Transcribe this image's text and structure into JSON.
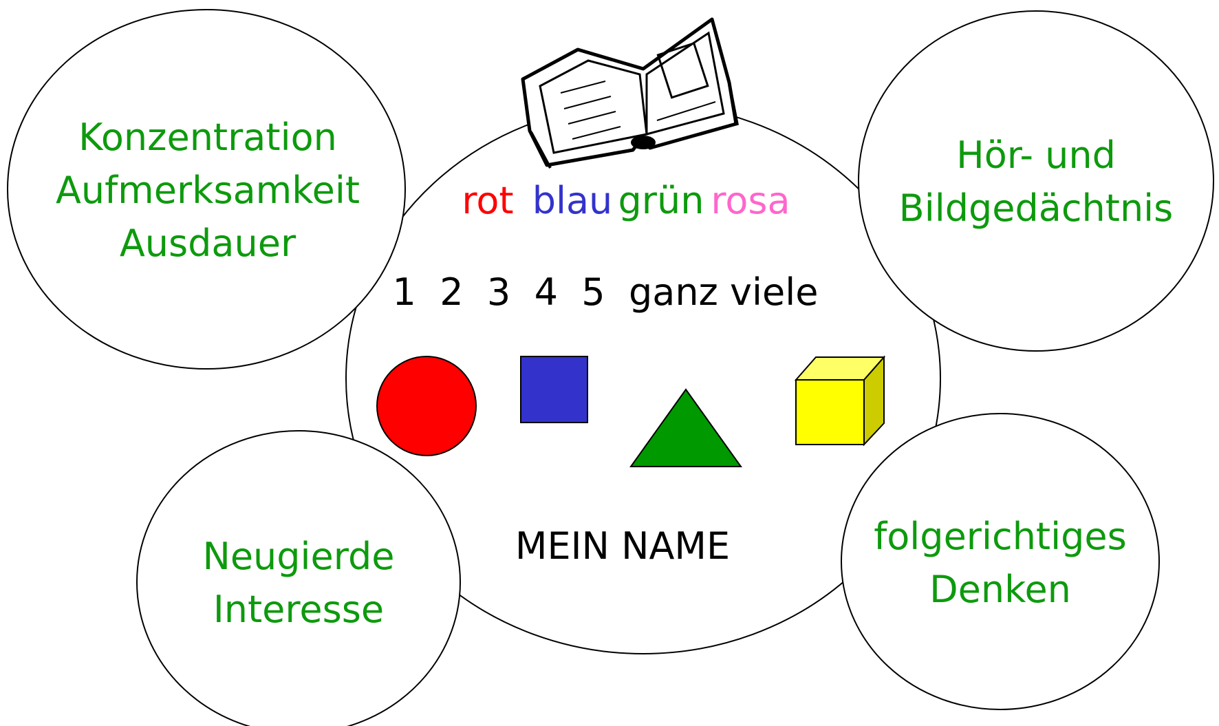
{
  "colors": {
    "text_green": "#0d9a0d",
    "text_red": "#ff0000",
    "text_blue": "#3333cc",
    "text_pink": "#ff66cc",
    "circle_red": "#ff0000",
    "square_blue": "#3333cc",
    "triangle_green": "#009900",
    "cube_yellow": "#ffff00",
    "cube_side": "#cccc00"
  },
  "icons": {
    "book": "open-book-icon"
  },
  "center": {
    "colors_words": [
      "rot",
      "blau",
      "grün",
      "rosa"
    ],
    "numbers_line": "1  2  3  4  5  ganz viele",
    "name": "MEIN NAME"
  },
  "bubbles": {
    "top_left": [
      "Konzentration",
      "Aufmerksamkeit",
      "Ausdauer"
    ],
    "top_right": [
      "Hör- und",
      "Bildgedächtnis"
    ],
    "bottom_left": [
      "Neugierde",
      "Interesse"
    ],
    "bottom_right": [
      "folgerichtiges",
      "Denken"
    ]
  }
}
